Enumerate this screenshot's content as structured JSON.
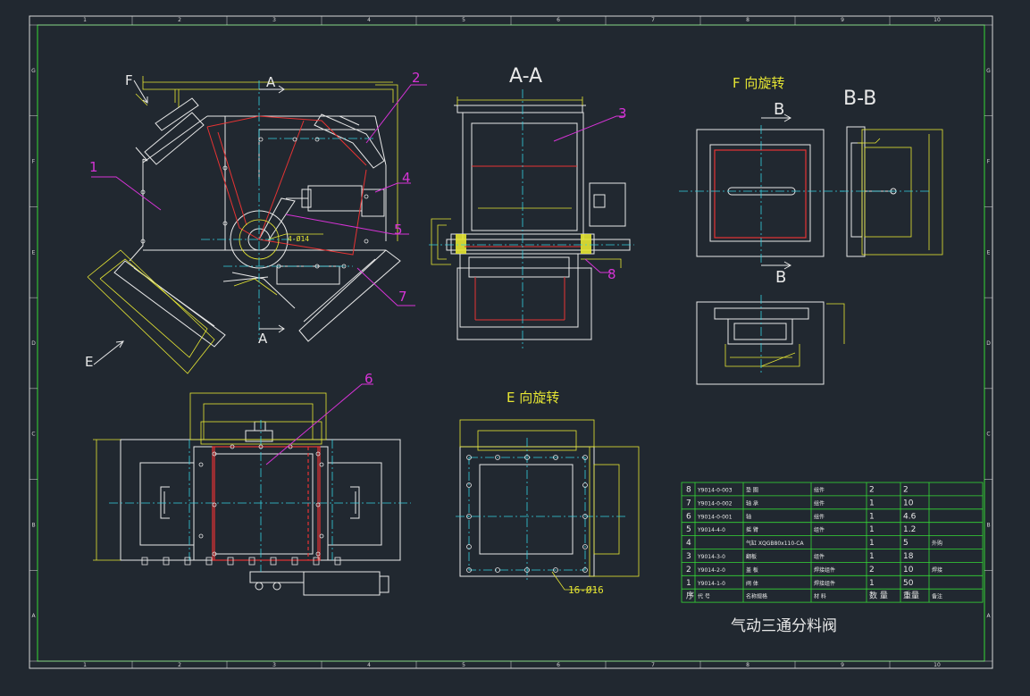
{
  "title": "气动三通分料阀",
  "colors": {
    "background": "#212830",
    "frame": "#d8d8d8",
    "inner_frame": "#35d835",
    "outline": "#e8e8e8",
    "dim": "#e6e633",
    "leader": "#d633d6",
    "center": "#33d0e0",
    "hidden": "#e63333"
  },
  "grid": {
    "cols": [
      "1",
      "2",
      "3",
      "4",
      "5",
      "6",
      "7",
      "8",
      "9",
      "10"
    ],
    "rows": [
      "G",
      "F",
      "E",
      "D",
      "C",
      "B",
      "A"
    ]
  },
  "views": {
    "section_aa": "A-A",
    "section_bb": "B-B",
    "view_f": "F 向旋转",
    "view_e": "E 向旋转",
    "arrow_a": "A",
    "arrow_b": "B",
    "arrow_e": "E",
    "arrow_f": "F"
  },
  "callouts": [
    "1",
    "2",
    "3",
    "4",
    "5",
    "6",
    "7",
    "8"
  ],
  "annotations": {
    "holes_main": "4-Ø14",
    "holes_e": "16-Ø16"
  },
  "bom": {
    "rows": [
      {
        "no": "8",
        "code": "Y9014-0-003",
        "name": "垫 圈",
        "mat": "组件",
        "qty": "2",
        "wt": "2",
        "note": ""
      },
      {
        "no": "7",
        "code": "Y9014-0-002",
        "name": "轴 承",
        "mat": "组件",
        "qty": "1",
        "wt": "10",
        "note": ""
      },
      {
        "no": "6",
        "code": "Y9014-0-001",
        "name": "轴",
        "mat": "组件",
        "qty": "1",
        "wt": "4.6",
        "note": ""
      },
      {
        "no": "5",
        "code": "Y9014-4-0",
        "name": "摇 臂",
        "mat": "组件",
        "qty": "1",
        "wt": "1.2",
        "note": ""
      },
      {
        "no": "4",
        "code": "",
        "name": "气缸  XQGB80x110-CA",
        "mat": "",
        "qty": "1",
        "wt": "5",
        "note": "外购"
      },
      {
        "no": "3",
        "code": "Y9014-3-0",
        "name": "翻板",
        "mat": "组件",
        "qty": "1",
        "wt": "18",
        "note": ""
      },
      {
        "no": "2",
        "code": "Y9014-2-0",
        "name": "盖 板",
        "mat": "焊接组件",
        "qty": "2",
        "wt": "10",
        "note": "焊接"
      },
      {
        "no": "1",
        "code": "Y9014-1-0",
        "name": "阀 体",
        "mat": "焊接组件",
        "qty": "1",
        "wt": "50",
        "note": ""
      },
      {
        "no": "序",
        "code": "代 号",
        "name": "名称规格",
        "mat": "材 料",
        "qty": "数 量",
        "wt": "重量",
        "note": "备注"
      }
    ]
  }
}
